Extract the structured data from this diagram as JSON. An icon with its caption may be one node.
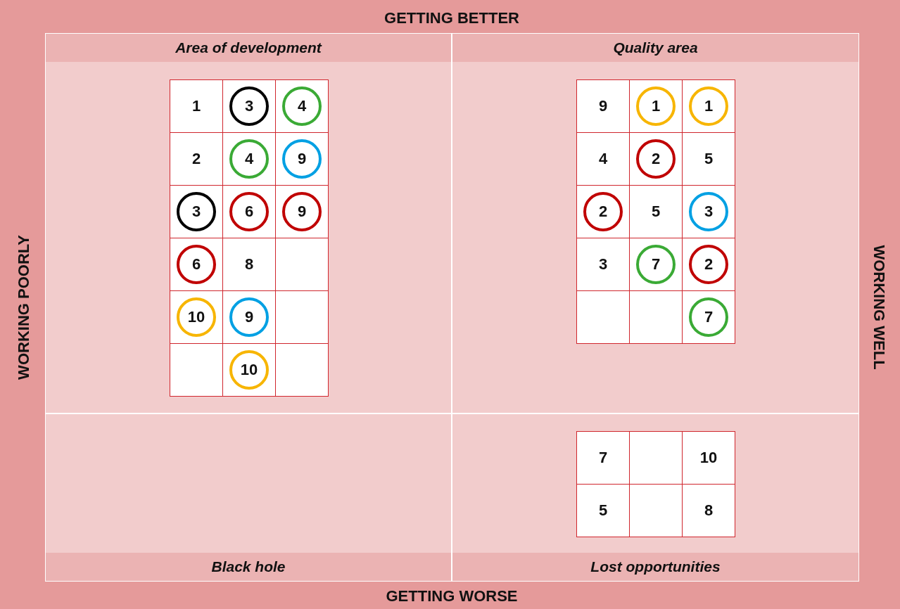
{
  "diagram": {
    "nodes": [
      {
        "text": [
          "Area of development"
        ]
      },
      {
        "text": [
          "1"
        ],
        "in": 0
      },
      {
        "text": [
          "3"
        ],
        "in": 0
      },
      {
        "text": [
          "4"
        ],
        "in": 0
      },
      {
        "text": [
          "2"
        ],
        "in": 0
      },
      {
        "text": [
          "4"
        ],
        "in": 0
      },
      {
        "text": [
          "9"
        ],
        "in": 0
      },
      {
        "text": [
          "3"
        ],
        "in": 0
      },
      {
        "text": [
          "6"
        ],
        "in": 0
      },
      {
        "text": [
          "9"
        ],
        "in": 0
      },
      {
        "text": [
          "6"
        ],
        "in": 0
      },
      {
        "text": [
          "8"
        ],
        "in": 0
      },
      {
        "text": [],
        "shape": "box",
        "in": 0
      },
      {
        "text": [
          "10"
        ],
        "in": 0
      },
      {
        "text": [
          "9"
        ],
        "in": 0
      },
      {
        "text": [],
        "shape": "box",
        "in": 0
      },
      {
        "text": [],
        "shape": "box",
        "in": 0
      },
      {
        "text": [
          "10"
        ],
        "in": 0
      },
      {
        "text": [],
        "shape": "box",
        "in": 0
      },
      {
        "text": [
          "Quality area"
        ]
      },
      {
        "text": [
          "9"
        ],
        "in": 19
      },
      {
        "text": [
          "1"
        ],
        "in": 19
      },
      {
        "text": [
          "1"
        ],
        "in": 19
      },
      {
        "text": [
          "4"
        ],
        "in": 19
      },
      {
        "text": [
          "2"
        ],
        "in": 19
      },
      {
        "text": [
          "5"
        ],
        "in": 19
      },
      {
        "text": [
          "2"
        ],
        "in": 19
      },
      {
        "text": [
          "5"
        ],
        "in": 19
      },
      {
        "text": [
          "3"
        ],
        "in": 19
      },
      {
        "text": [
          "3"
        ],
        "in": 19
      },
      {
        "text": [
          "7"
        ],
        "in": 19
      },
      {
        "text": [
          "2"
        ],
        "in": 19
      },
      {
        "text": [],
        "shape": "box",
        "in": 19
      },
      {
        "text": [],
        "shape": "box",
        "in": 19
      },
      {
        "text": [
          "7"
        ],
        "in": 19
      },
      {
        "text": [
          "Black hole"
        ]
      },
      {
        "text": [
          "Lost opportunities"
        ]
      },
      {
        "text": [
          "7"
        ],
        "in": 36
      },
      {
        "text": [],
        "shape": "box",
        "in": 36
      },
      {
        "text": [
          "10"
        ],
        "in": 36
      },
      {
        "text": [
          "5"
        ],
        "in": 36
      },
      {
        "text": [],
        "shape": "box",
        "in": 36
      },
      {
        "text": [
          "8"
        ],
        "in": 36
      }
    ],
    "labels": [
      "GETTING BETTER",
      "WORKING POORLY",
      "WORKING WELL",
      "GETTING WORSE"
    ]
  }
}
